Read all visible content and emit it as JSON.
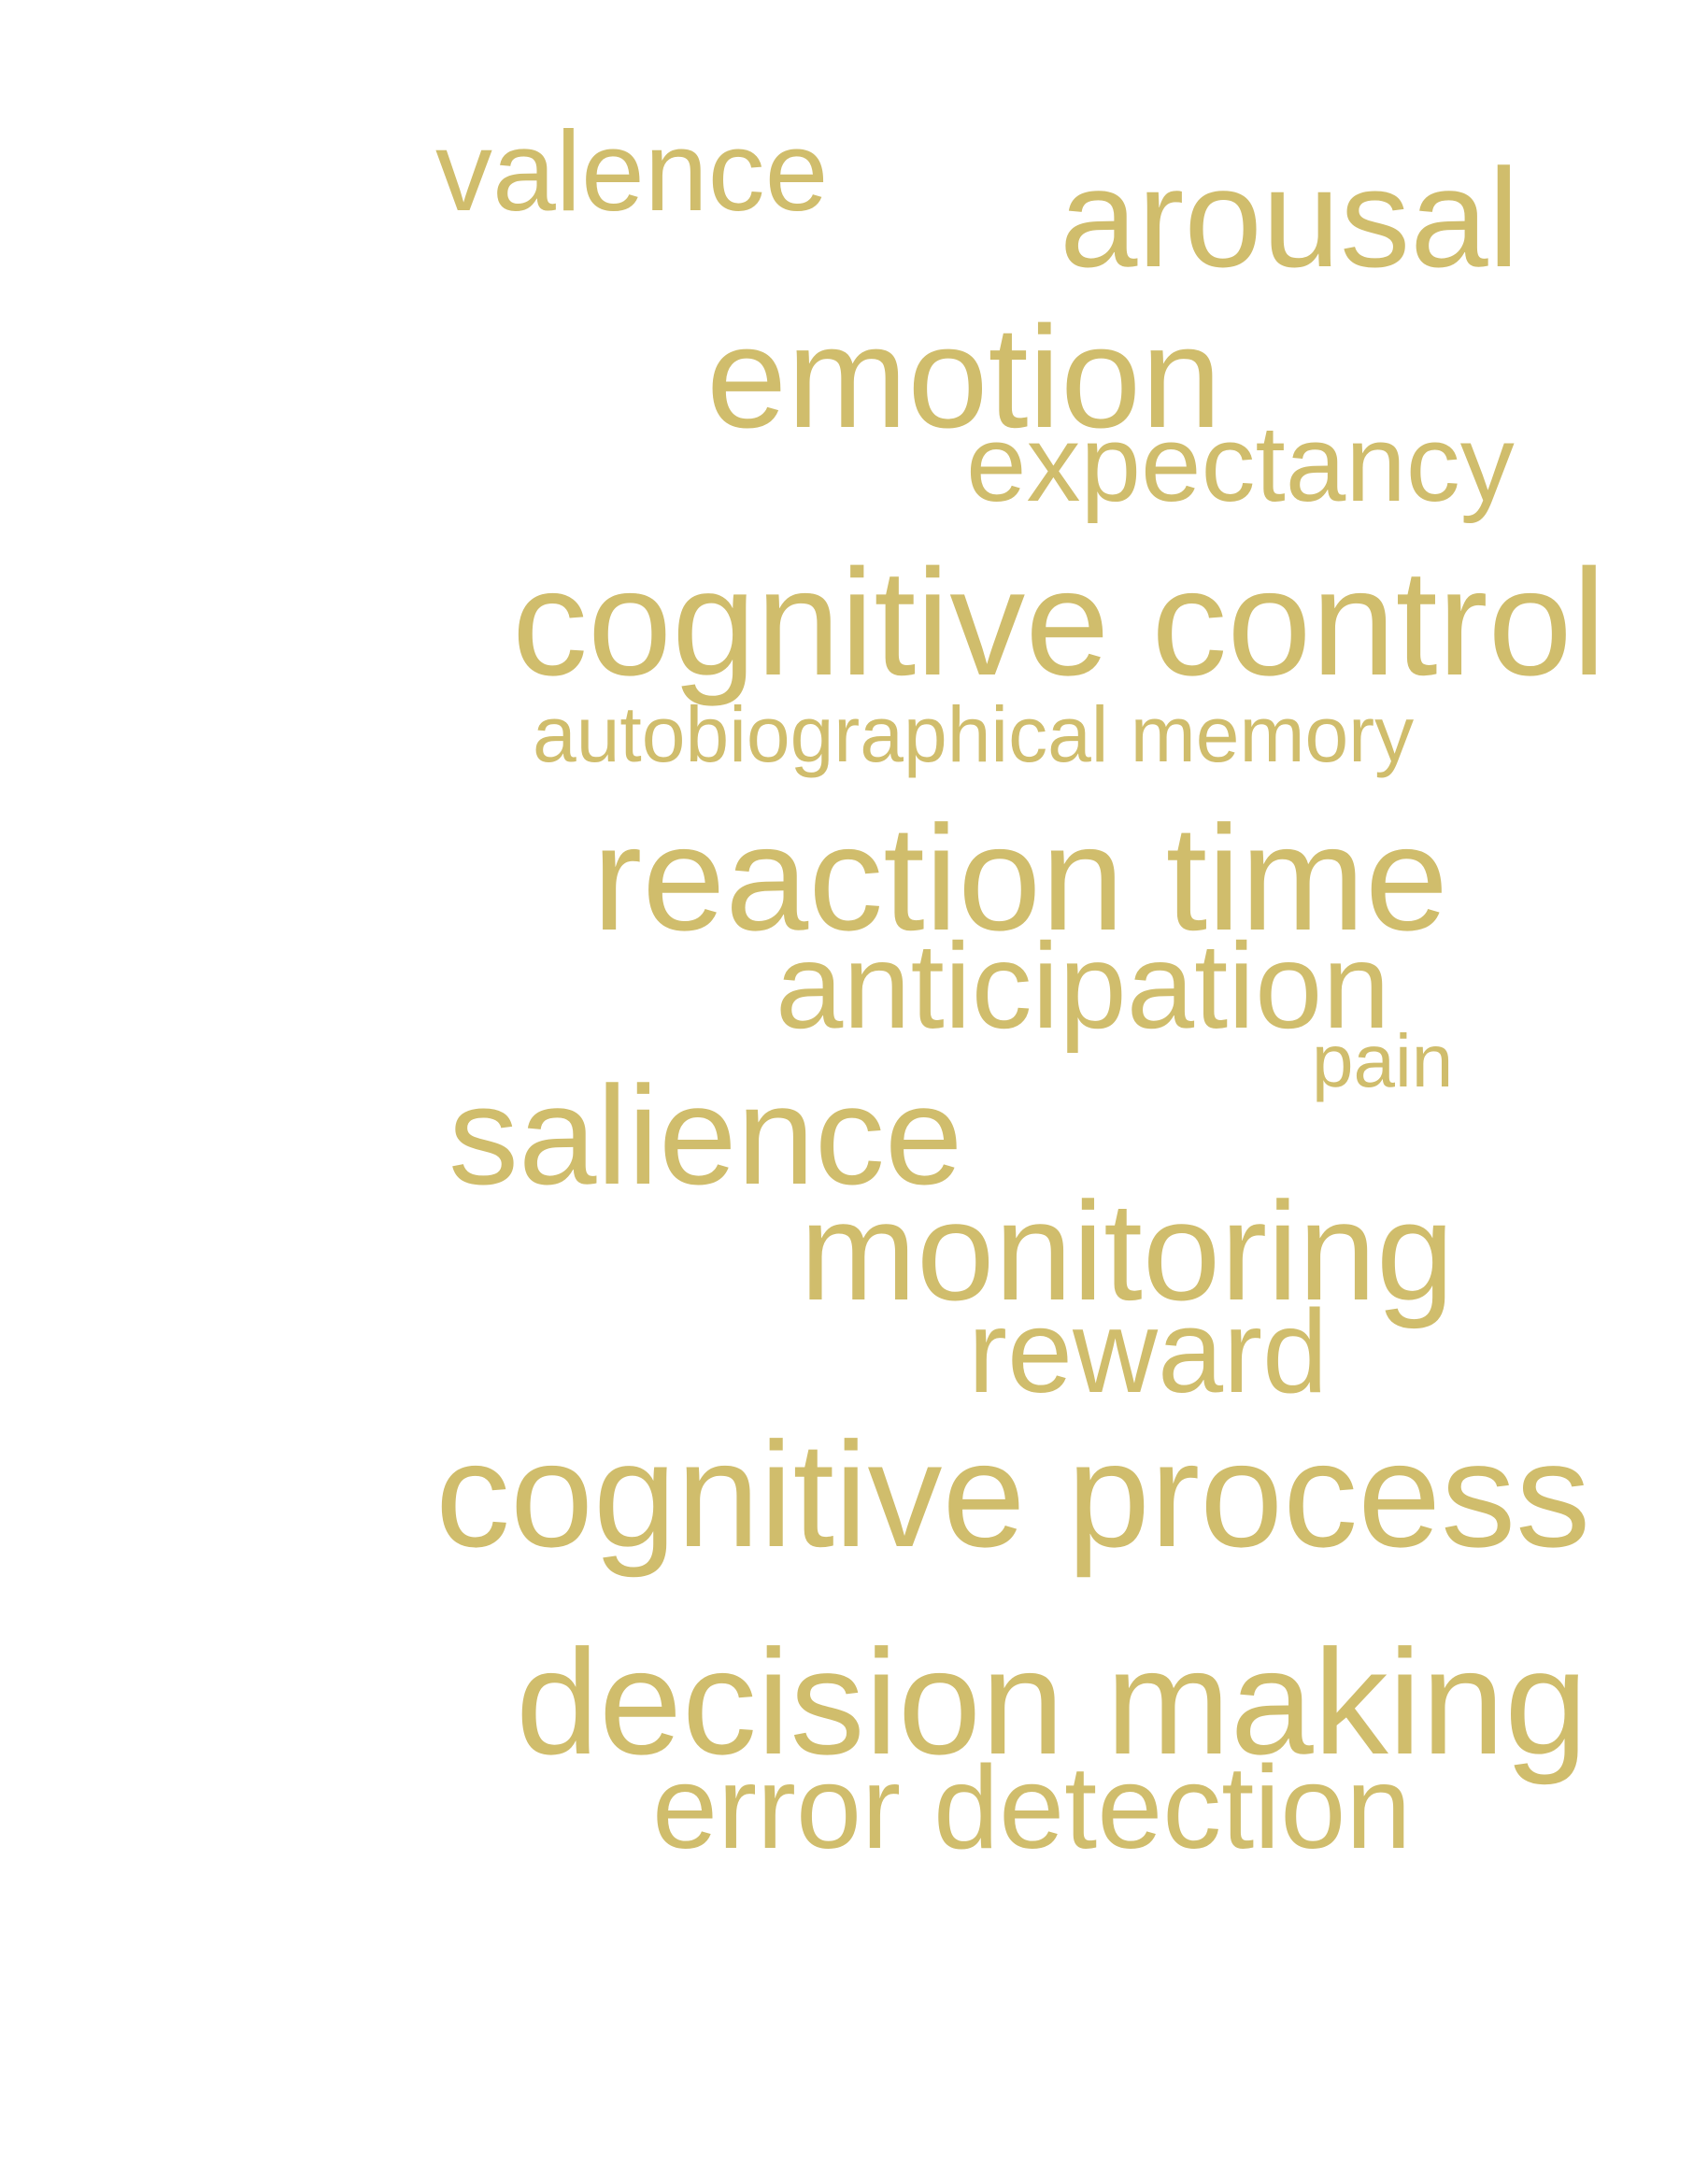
{
  "cloud": {
    "color": "#d0bd6c",
    "words": {
      "valence": "valence",
      "arousal": "arousal",
      "emotion": "emotion",
      "expectancy": "expectancy",
      "cognitive_control": "cognitive control",
      "autobiographical_memory": "autobiographical memory",
      "reaction_time": "reaction time",
      "anticipation": "anticipation",
      "pain": "pain",
      "salience": "salience",
      "monitoring": "monitoring",
      "reward": "reward",
      "cognitive_process": "cognitive process",
      "decision_making": "decision making",
      "error_detection": "error detection"
    }
  }
}
